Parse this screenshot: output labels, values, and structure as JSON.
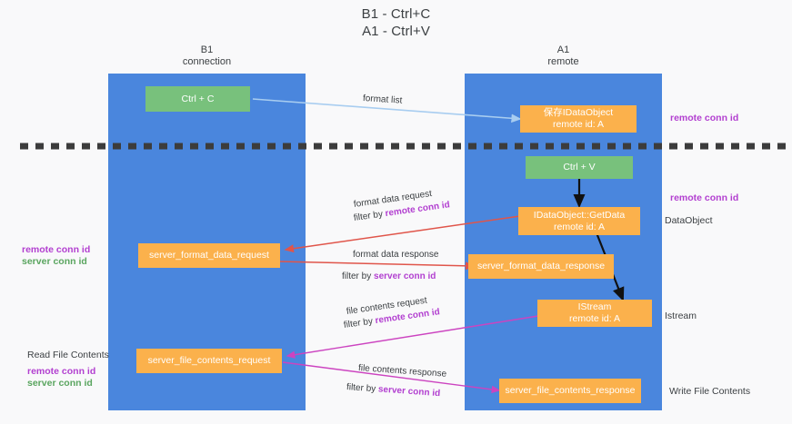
{
  "title": {
    "line1": "B1 - Ctrl+C",
    "line2": "A1 - Ctrl+V"
  },
  "columns": [
    {
      "name": "B1",
      "sub": "connection"
    },
    {
      "name": "A1",
      "sub": "remote"
    }
  ],
  "boxes": {
    "ctrl_c": "Ctrl + C",
    "save_dataobject_l1": "保存IDataObject",
    "save_dataobject_l2": "remote id: A",
    "ctrl_v": "Ctrl + V",
    "getdata_l1": "IDataObject::GetData",
    "getdata_l2": "remote id: A",
    "server_format_data_request": "server_format_data_request",
    "server_format_data_response": "server_format_data_response",
    "istream_l1": "IStream",
    "istream_l2": "remote id: A",
    "server_file_contents_request": "server_file_contents_request",
    "server_file_contents_response": "server_file_contents_response"
  },
  "edge_labels": {
    "format_list": "format list",
    "format_data_request": "format data request",
    "format_data_request_filter_prefix": "filter by ",
    "format_data_request_filter_key": "remote conn id",
    "format_data_response": "format data response",
    "format_data_response_filter_prefix": "filter by ",
    "format_data_response_filter_key": "server conn id",
    "file_contents_request": "file contents request",
    "file_contents_request_filter_prefix": "filter by ",
    "file_contents_request_filter_key": "remote conn id",
    "file_contents_response": "file contents response",
    "file_contents_response_filter_prefix": "filter by ",
    "file_contents_response_filter_key": "server conn id"
  },
  "right_labels": {
    "remote_conn_id_top": "remote conn id",
    "remote_conn_id_mid": "remote conn id",
    "dataobject": "DataObject",
    "istream": "Istream",
    "write_file_contents": "Write File Contents"
  },
  "left_labels": {
    "remote_conn_id_mid": "remote conn id",
    "server_conn_id_mid": "server conn id",
    "read_file_contents": "Read File Contents",
    "remote_conn_id_bottom": "remote conn id",
    "server_conn_id_bottom": "server conn id"
  },
  "colors": {
    "background": "#f9f9fa",
    "lane": "#4a86dd",
    "box_green": "#78c17c",
    "box_orange": "#fbb14c",
    "arrow_light_blue": "#a8cdf0",
    "arrow_red": "#e0554a",
    "arrow_black": "#111111",
    "arrow_magenta": "#cc44c0",
    "text_purple": "#b23fd0",
    "text_green": "#5aa55f",
    "divider_dashed": "#3c3c3c"
  }
}
